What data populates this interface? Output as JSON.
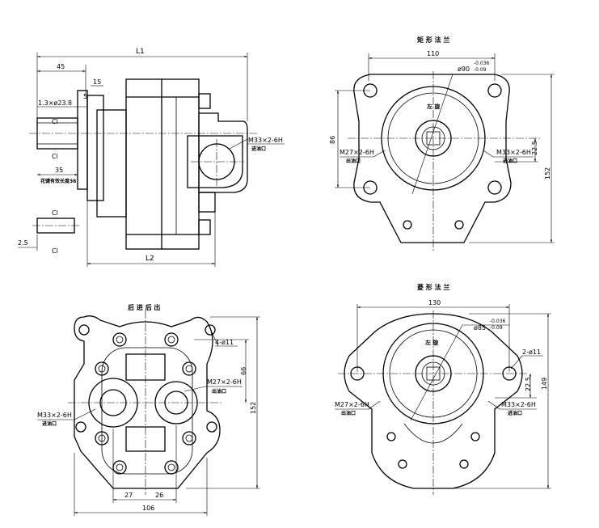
{
  "side_view": {
    "L1": "L1",
    "L2": "L2",
    "d45": "45",
    "d15": "15",
    "d5": "5",
    "d13": "1.3×ø23.8",
    "cl1": "Cl",
    "cl2": "Cl",
    "d35": "35",
    "spline_note": "花键有效长度36",
    "port": "M33×2-6H",
    "port_note": "进油口",
    "cl3": "Cl",
    "cl4": "Cl",
    "d25": "2.5"
  },
  "rect_flange": {
    "title": "矩 形 法 兰",
    "w110": "110",
    "dia": "ø90",
    "tol_top": "-0.036",
    "tol_bot": "-0.09",
    "rot": "左 旋",
    "h86": "86",
    "h225": "22.5",
    "h152": "152",
    "in_port": "M27×2-6H",
    "in_note": "出油口",
    "out_port": "M33×2-6H",
    "out_note": "进油口"
  },
  "rear_view": {
    "title": "后 进 后 出",
    "holes": "4-ø11",
    "h66": "66",
    "h152": "152",
    "out_port": "M27×2-6H",
    "out_note": "出油口",
    "in_port": "M33×2-6H",
    "in_note": "进油口",
    "d27": "27",
    "d26": "26",
    "d106": "106"
  },
  "diamond_flange": {
    "title": "菱 形 法 兰",
    "w130": "130",
    "dia": "ø85",
    "tol_top": "-0.036",
    "tol_bot": "-0.09",
    "rot": "左 旋",
    "holes": "2-ø11",
    "h149": "149",
    "h225": "22.5",
    "in_port": "M27×2-6H",
    "in_note": "出油口",
    "out_port": "M33×2-6H",
    "out_note": "进油口"
  }
}
